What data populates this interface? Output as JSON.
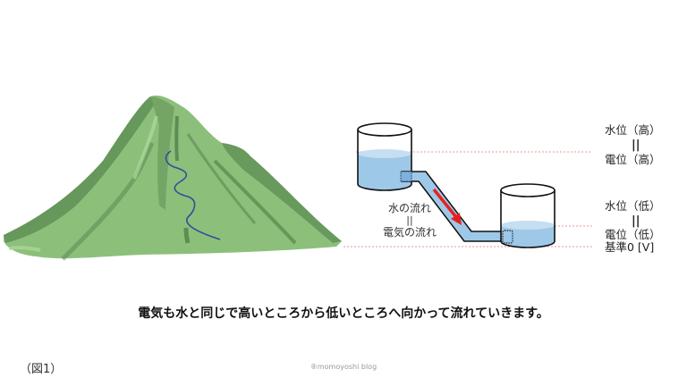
{
  "diagram": {
    "flow_label": {
      "water_flow": "水の流れ",
      "equals": "||",
      "electric_flow": "電気の流れ"
    },
    "right_labels": {
      "high_water": "水位（高）",
      "high_equals": "||",
      "high_potential": "電位（高）",
      "low_water": "水位（低）",
      "low_equals": "||",
      "low_potential": "電位（低）",
      "reference": "基準0 [V]"
    },
    "colors": {
      "mountain": "#8cc07a",
      "mountain_dark": "#4d7a45",
      "water": "#9ec8e8",
      "water_surface": "#c5def2",
      "pipe": "#9ec8e8",
      "outline": "#111111",
      "arrow": "#e8201c",
      "dashed_line": "#f07070",
      "river": "#2f4f9a"
    }
  },
  "caption": "電気も水と同じで高いところから低いところへ向かって流れていきます。",
  "figure_label": "（図1）",
  "credit": "®momoyoshi blog"
}
